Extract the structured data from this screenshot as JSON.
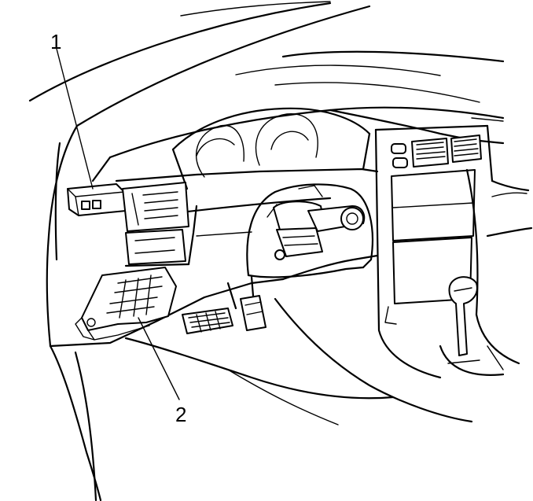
{
  "callouts": [
    {
      "label": "1",
      "part": "module"
    },
    {
      "label": "2",
      "part": "fuse-block"
    }
  ],
  "colors": {
    "line": "#000000",
    "background": "#ffffff"
  }
}
